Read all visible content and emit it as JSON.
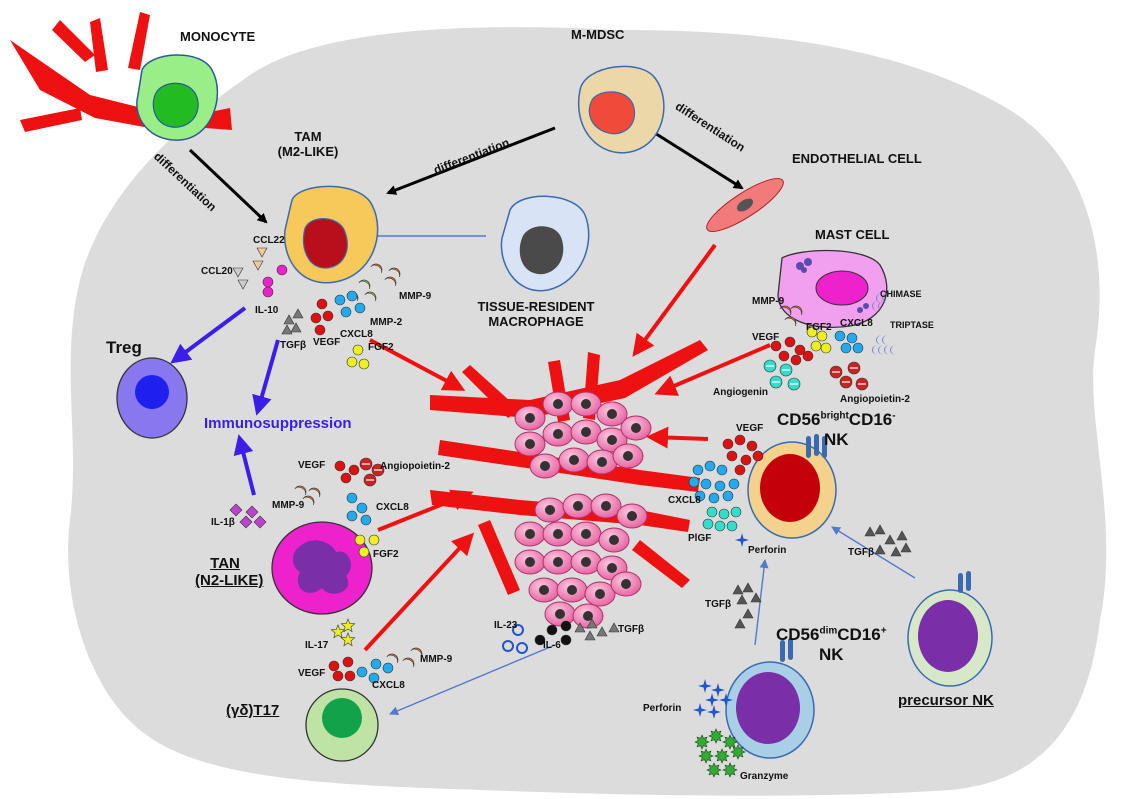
{
  "cells": {
    "monocyte": "MONOCYTE",
    "m_mdsc": "M-MDSC",
    "tam_line1": "TAM",
    "tam_line2": "(M2-LIKE)",
    "endothelial": "ENDOTHELIAL CELL",
    "mast": "MAST CELL",
    "trm_line1": "TISSUE-RESIDENT",
    "trm_line2": "MACROPHAGE",
    "treg": "Treg",
    "tan_line1": "TAN",
    "tan_line2": "(N2-LIKE)",
    "t17": "(γδ)T17",
    "precursor_nk": "precursor NK",
    "nk_bright": {
      "base": "CD56",
      "sup1": "bright",
      "mid": "CD16",
      "sup2": "-",
      "line2": "NK"
    },
    "nk_dim": {
      "base": "CD56",
      "sup1": "dim",
      "mid": "CD16",
      "sup2": "+",
      "line2": "NK"
    }
  },
  "processes": {
    "diff1": "differentiation",
    "diff2": "differentiation",
    "diff3": "differentiation",
    "immunosuppression": "Immunosuppression"
  },
  "tam_factors": {
    "ccl22": "CCL22",
    "ccl20": "CCL20",
    "il10": "IL-10",
    "mmp9": "MMP-9",
    "mmp2": "MMP-2",
    "cxcl8": "CXCL8",
    "tgfb": "TGFβ",
    "vegf": "VEGF",
    "fgf2": "FGF2"
  },
  "mast_factors": {
    "chimase": "CHIMASE",
    "mmp9": "MMP-9",
    "fgf2": "FGF2",
    "cxcl8": "CXCL8",
    "triptase": "TRIPTASE",
    "vegf": "VEGF",
    "angiogenin": "Angiogenin",
    "angiopoietin2": "Angiopoietin-2"
  },
  "tan_factors": {
    "vegf": "VEGF",
    "angiopoietin2": "Angiopoietin-2",
    "mmp9": "MMP-9",
    "cxcl8": "CXCL8",
    "il1b": "IL-1β",
    "fgf2": "FGF2"
  },
  "t17_factors": {
    "il17": "IL-17",
    "vegf": "VEGF",
    "mmp9": "MMP-9",
    "cxcl8": "CXCL8"
  },
  "tumor_factors": {
    "il23": "IL-23",
    "il6": "IL-6",
    "tgfb": "TGFβ"
  },
  "nk_factors": {
    "vegf": "VEGF",
    "cxcl8": "CXCL8",
    "pigf": "PlGF",
    "perforin_b": "Perforin",
    "tgfb_b": "TGFβ",
    "tgfb_d": "TGFβ",
    "perforin_d": "Perforin",
    "granzyme": "Granzyme"
  },
  "colors": {
    "background": "#dcdcdc",
    "vessel": "#ee1111",
    "red_arrow": "#ee1111",
    "blue_arrow": "#3b1ee8",
    "thin_arrow": "#5577cc",
    "tumor_cell": "#f08ab8",
    "tam": "#f7c85a",
    "tan": "#ee22cc",
    "treg": "#8877ee",
    "mast": "#ee88ee",
    "nk": "#a8cfe6"
  },
  "icons": [
    "blood-vessel",
    "cell",
    "tumor-cell-cluster",
    "dot-molecule",
    "crescent-molecule",
    "triangle-molecule",
    "star-molecule",
    "sparkle-molecule",
    "burst-molecule",
    "diamond-molecule"
  ]
}
